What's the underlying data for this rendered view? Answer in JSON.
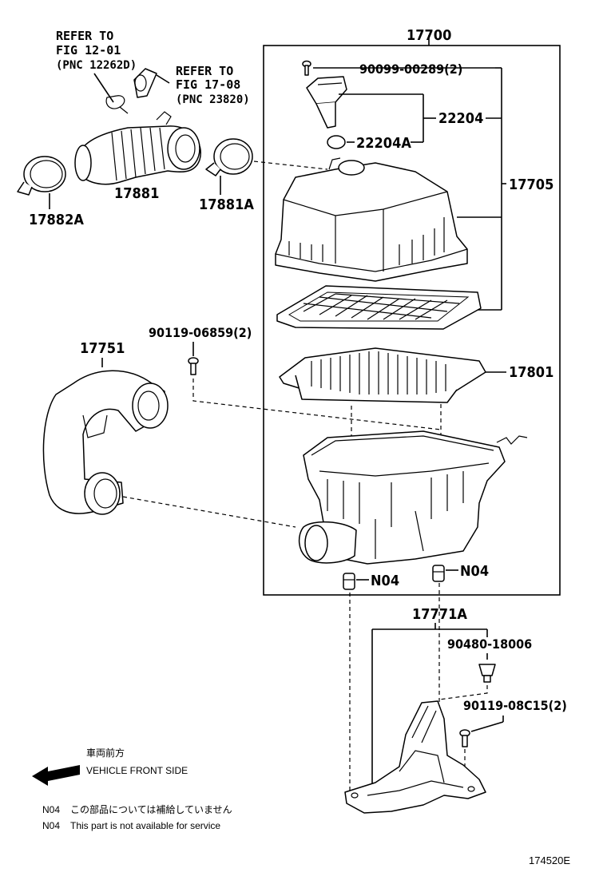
{
  "part_labels": {
    "assy": "17700",
    "screw_sensor": "90099-00289(2)",
    "sensor": "22204",
    "oring": "22204A",
    "cap": "17705",
    "element": "17801",
    "bolt_tube": "90119-06859(2)",
    "inlet_tube": "17751",
    "hose": "17881",
    "clamp_big": "17882A",
    "clamp_small": "17881A",
    "bracket": "17771A",
    "clip": "90480-18006",
    "bolt_bracket": "90119-08C15(2)",
    "n04_left": "N04",
    "n04_right": "N04"
  },
  "refer1": {
    "line1": "REFER TO",
    "line2": "FIG 12-01",
    "line3": "(PNC 12262D)"
  },
  "refer2": {
    "line1": "REFER TO",
    "line2": "FIG 17-08",
    "line3": "(PNC 23820)"
  },
  "direction": {
    "jp": "車両前方",
    "en": "VEHICLE FRONT SIDE"
  },
  "notes": {
    "jp_code": "N04",
    "jp_text": "この部品については補給していません",
    "en_code": "N04",
    "en_text": "This part is not available for service"
  },
  "figure_id": "174520E"
}
